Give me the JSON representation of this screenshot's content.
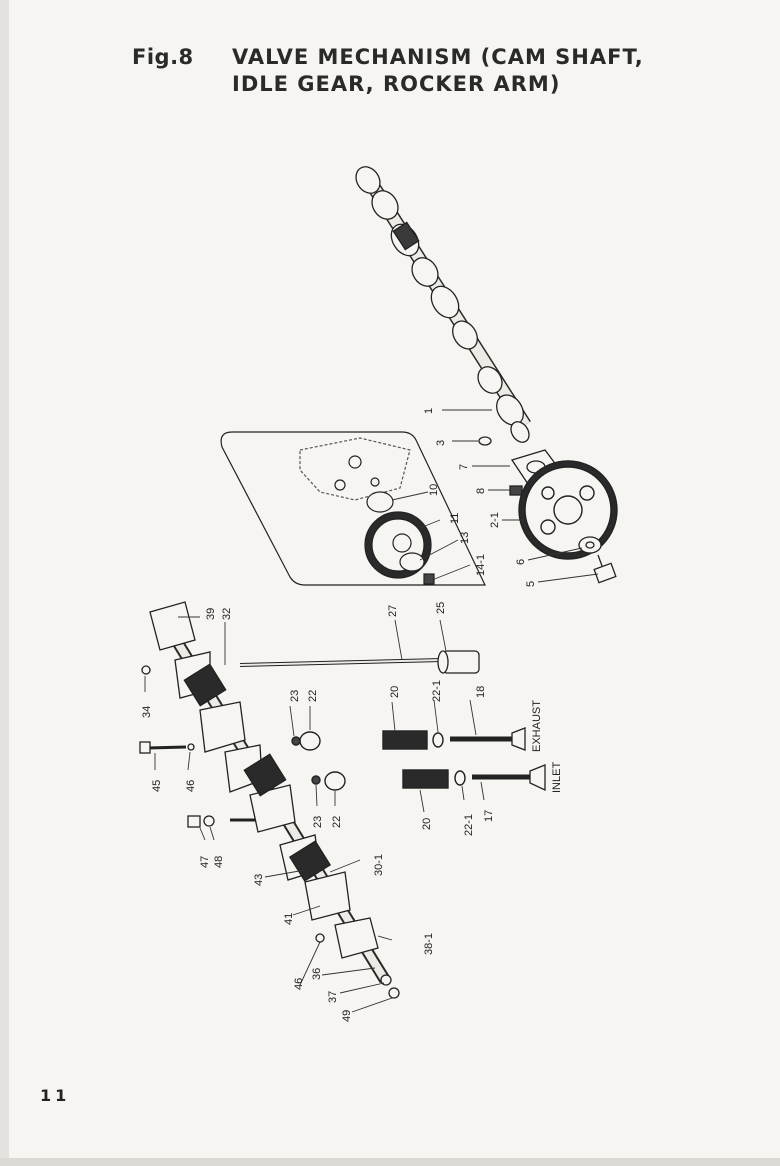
{
  "figure": {
    "fig_label": "Fig.8",
    "title_line1": "VALVE MECHANISM (CAM SHAFT,",
    "title_line2": "IDLE GEAR, ROCKER ARM)"
  },
  "page_number": "11",
  "part_labels": {
    "p1": "1",
    "p3": "3",
    "p7": "7",
    "p8": "8",
    "p2_1": "2-1",
    "p6": "6",
    "p5": "5",
    "p10": "10",
    "p11": "11",
    "p13": "13",
    "p14_1": "14-1",
    "p27": "27",
    "p25": "25",
    "p39": "39",
    "p32": "32",
    "p34": "34",
    "p23a": "23",
    "p22a": "22",
    "p20a": "20",
    "p22_1a": "22-1",
    "p18": "18",
    "exhaust": "EXHAUST",
    "inlet": "INLET",
    "p45": "45",
    "p46a": "46",
    "p23b": "23",
    "p22b": "22",
    "p20b": "20",
    "p22_1b": "22-1",
    "p17": "17",
    "p47": "47",
    "p48": "48",
    "p43": "43",
    "p30_1": "30-1",
    "p41": "41",
    "p38_1": "38-1",
    "p46b": "46",
    "p36": "36",
    "p37": "37",
    "p49": "49"
  }
}
